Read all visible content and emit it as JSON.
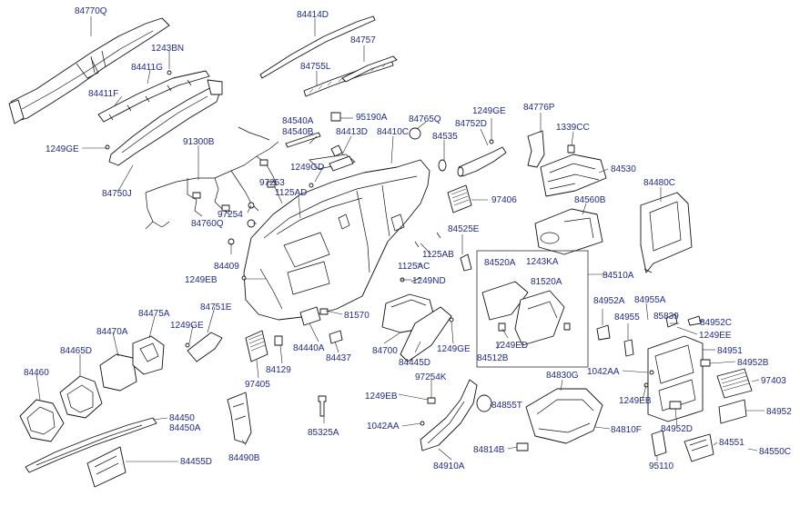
{
  "background": "#ffffff",
  "label_color": "#1f2a8c",
  "line_color": "#222222",
  "part_labels": {
    "p84770Q": "84770Q",
    "p1243BN": "1243BN",
    "p84411G": "84411G",
    "p84411F": "84411F",
    "p1249GE_a": "1249GE",
    "p84750J": "84750J",
    "p91300B": "91300B",
    "p84414D": "84414D",
    "p84757": "84757",
    "p84755L": "84755L",
    "p84540A": "84540A",
    "p84540B": "84540B",
    "p95190A": "95190A",
    "p84413D": "84413D",
    "p84410C": "84410C",
    "p84765Q": "84765Q",
    "p84535": "84535",
    "p84752D": "84752D",
    "p1249GE_b": "1249GE",
    "p84776P": "84776P",
    "p1339CC": "1339CC",
    "p84530": "84530",
    "p1249GD": "1249GD",
    "p97253": "97253",
    "p1125AD": "1125AD",
    "p97254": "97254",
    "p84760Q": "84760Q",
    "p97406": "97406",
    "p84560B": "84560B",
    "p84480C": "84480C",
    "p84525E": "84525E",
    "p1125AB": "1125AB",
    "p1125AC": "1125AC",
    "p84409": "84409",
    "p1249EB_a": "1249EB",
    "p1249ND": "1249ND",
    "p84520A": "84520A",
    "p1243KA": "1243KA",
    "p81520A": "81520A",
    "p84510A": "84510A",
    "p84952A": "84952A",
    "p84955A": "84955A",
    "p84955": "84955",
    "p85839": "85839",
    "p84952C": "84952C",
    "p1249EE": "1249EE",
    "p84951": "84951",
    "p84952B": "84952B",
    "p97403": "97403",
    "p84952": "84952",
    "p1042AA_a": "1042AA",
    "p1249EB_b": "1249EB",
    "p84952D": "84952D",
    "p84551": "84551",
    "p84550C": "84550C",
    "p95110": "95110",
    "p84751E": "84751E",
    "p84475A": "84475A",
    "p84470A": "84470A",
    "p84465D": "84465D",
    "p84460": "84460",
    "p1249GE_c": "1249GE",
    "p81570": "81570",
    "p84440A": "84440A",
    "p84437": "84437",
    "p84129": "84129",
    "p97405": "97405",
    "p84700": "84700",
    "p84445D": "84445D",
    "p1249GE_d": "1249GE",
    "p1249ED": "1249ED",
    "p84512B": "84512B",
    "p84450": "84450",
    "p84450A": "84450A",
    "p84455D": "84455D",
    "p84490B": "84490B",
    "p85325A": "85325A",
    "p97254K": "97254K",
    "p1249EB_c": "1249EB",
    "p1042AA_b": "1042AA",
    "p84910A": "84910A",
    "p84855T": "84855T",
    "p84830G": "84830G",
    "p84810F": "84810F",
    "p84814B": "84814B"
  }
}
